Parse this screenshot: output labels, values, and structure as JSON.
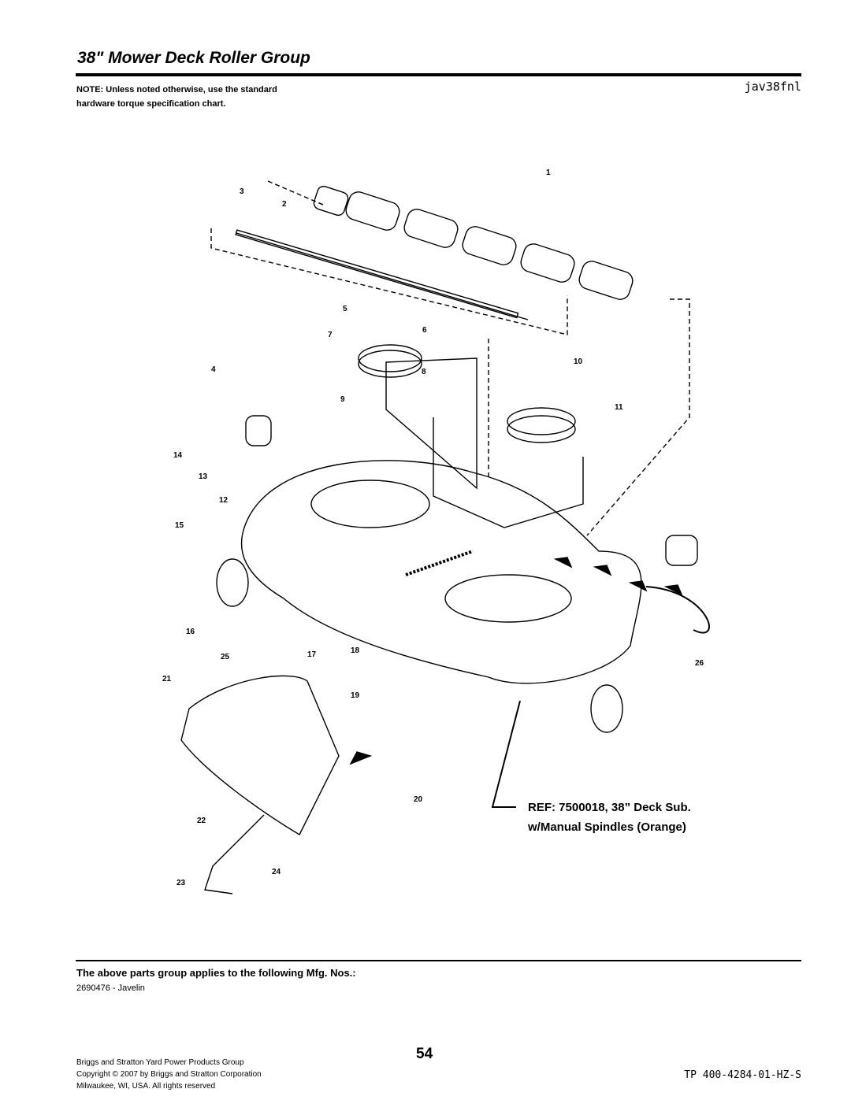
{
  "header": {
    "title": "38\" Mower Deck Roller Group",
    "note": "NOTE: Unless noted otherwise, use the standard hardware torque specification chart.",
    "diagram_code": "jav38fnl"
  },
  "diagram": {
    "callouts": [
      "1",
      "2",
      "3",
      "4",
      "5",
      "6",
      "7",
      "8",
      "9",
      "10",
      "11",
      "12",
      "13",
      "14",
      "15",
      "16",
      "17",
      "18",
      "19",
      "20",
      "21",
      "22",
      "23",
      "24",
      "25",
      "26"
    ],
    "reference_line1": "REF: 7500018, 38” Deck Sub.",
    "reference_line2": "w/Manual Spindles (Orange)"
  },
  "applicability": {
    "heading": "The above parts group applies to the following Mfg. Nos.:",
    "items": [
      "2690476 - Javelin"
    ]
  },
  "footer": {
    "company": "Briggs and Stratton Yard Power Products Group",
    "copyright": "Copyright ©  2007 by Briggs and Stratton Corporation",
    "address": "Milwaukee, WI, USA. All rights reserved",
    "page_number": "54",
    "doc_code": "TP 400-4284-01-HZ-S"
  }
}
